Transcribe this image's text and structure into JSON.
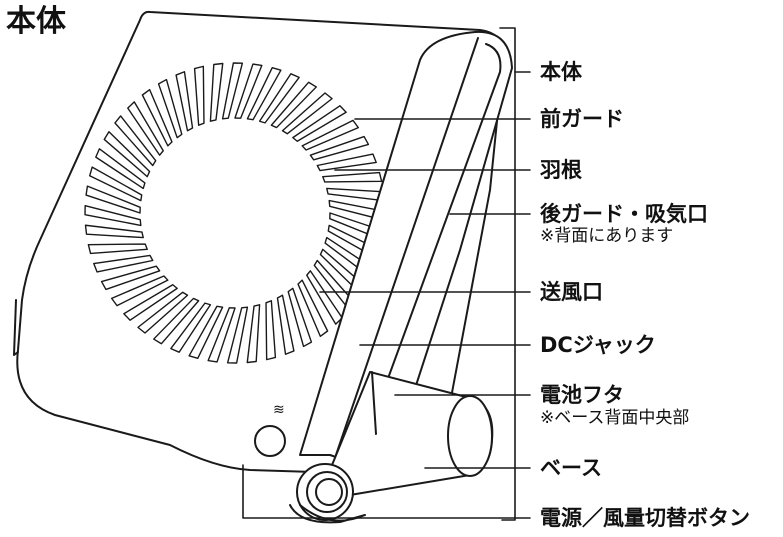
{
  "title": "本体",
  "callouts": [
    {
      "id": "body",
      "label": "本体"
    },
    {
      "id": "front-guard",
      "label": "前ガード"
    },
    {
      "id": "blade",
      "label": "羽根"
    },
    {
      "id": "rear-guard",
      "label": "後ガード・吸気口",
      "note": "※背面にあります"
    },
    {
      "id": "outlet",
      "label": "送風口"
    },
    {
      "id": "dc-jack",
      "label": "DCジャック"
    },
    {
      "id": "battery-cover",
      "label": "電池フタ",
      "note": "※ベース背面中央部"
    },
    {
      "id": "base",
      "label": "ベース"
    },
    {
      "id": "power-button",
      "label": "電源／風量切替ボタン"
    }
  ],
  "button_symbol": "≋"
}
